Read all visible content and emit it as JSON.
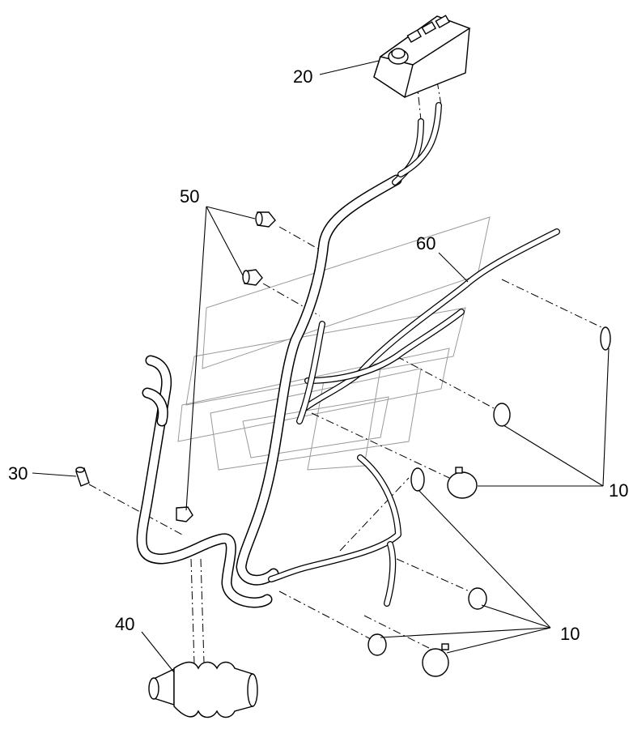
{
  "diagram": {
    "callouts": {
      "c20": "20",
      "c50": "50",
      "c60": "60",
      "c30": "30",
      "c40": "40",
      "c10a": "10",
      "c10b": "10"
    }
  }
}
